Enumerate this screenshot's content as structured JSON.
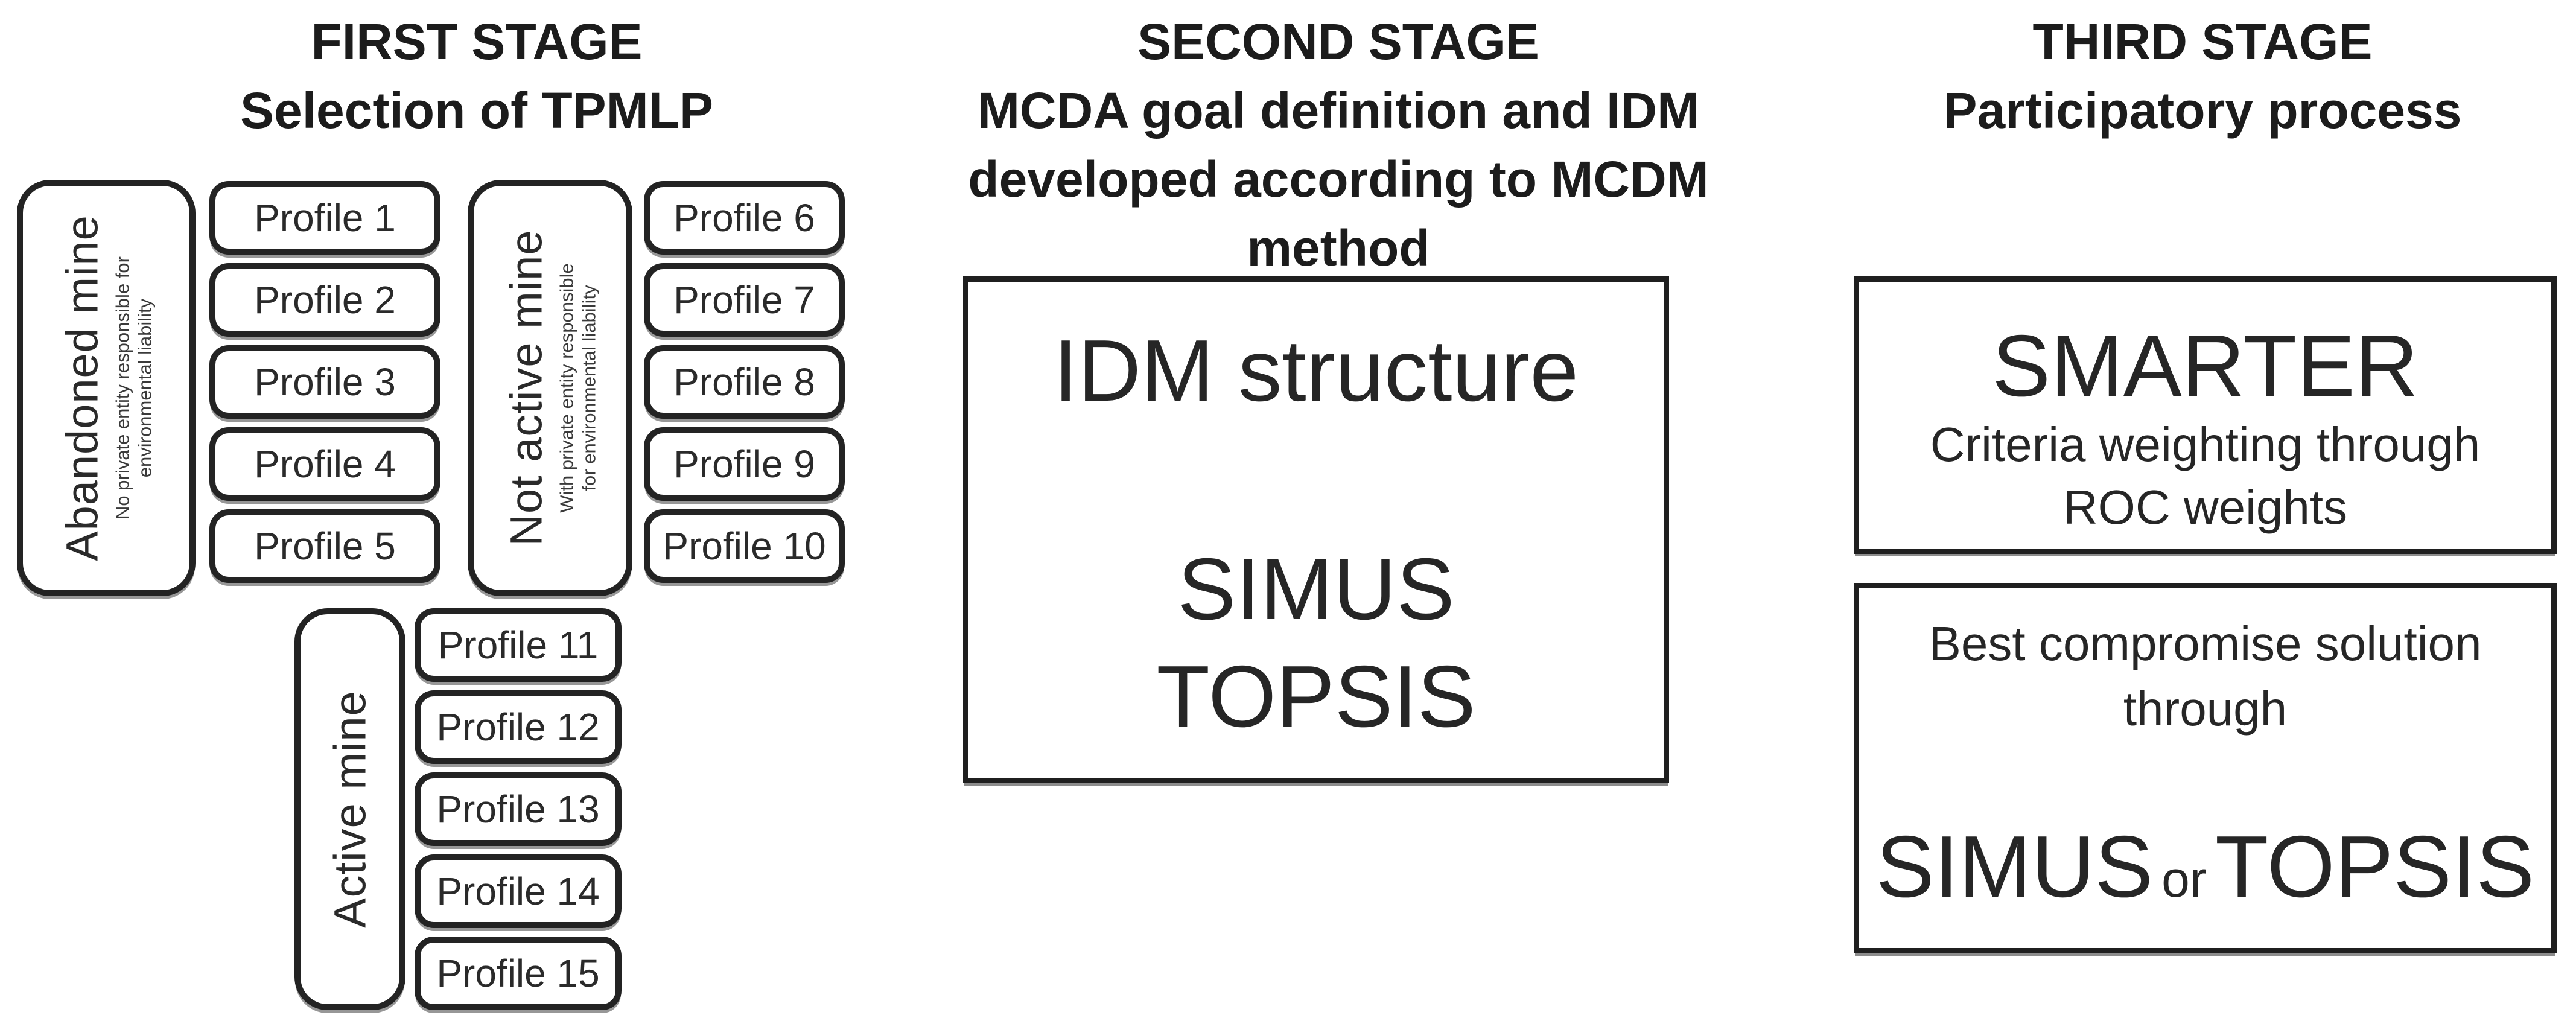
{
  "stages": {
    "first": {
      "title_line1": "FIRST STAGE",
      "title_line2": "Selection of TPMLP",
      "groups": [
        {
          "name": "Abandoned mine",
          "subtitle_line1": "No private entity responsible for",
          "subtitle_line2": "environmental liability",
          "profiles": [
            "Profile 1",
            "Profile 2",
            "Profile 3",
            "Profile 4",
            "Profile 5"
          ]
        },
        {
          "name": "Not active mine",
          "subtitle_line1": "With private entity responsible",
          "subtitle_line2": "for environmental liability",
          "profiles": [
            "Profile 6",
            "Profile 7",
            "Profile 8",
            "Profile 9",
            "Profile 10"
          ]
        },
        {
          "name": "Active mine",
          "subtitle_line1": "",
          "subtitle_line2": "",
          "profiles": [
            "Profile 11",
            "Profile 12",
            "Profile 13",
            "Profile 14",
            "Profile 15"
          ]
        }
      ]
    },
    "second": {
      "title_line1": "SECOND STAGE",
      "title_line2": "MCDA goal definition and IDM",
      "title_line3": "developed according to MCDM",
      "title_line4": "method",
      "box": {
        "line1": "IDM structure",
        "line2": "SIMUS",
        "line3": "TOPSIS"
      }
    },
    "third": {
      "title_line1": "THIRD STAGE",
      "title_line2": "Participatory process",
      "box1": {
        "line1": "SMARTER",
        "line2": "Criteria weighting through",
        "line3": "ROC weights"
      },
      "box2": {
        "line1": "Best compromise solution",
        "line2": "through",
        "big1": "SIMUS",
        "small": "or",
        "big2": "TOPSIS"
      }
    }
  },
  "colors": {
    "background": "#ffffff",
    "text": "#1f1f1f",
    "border": "#232323"
  }
}
